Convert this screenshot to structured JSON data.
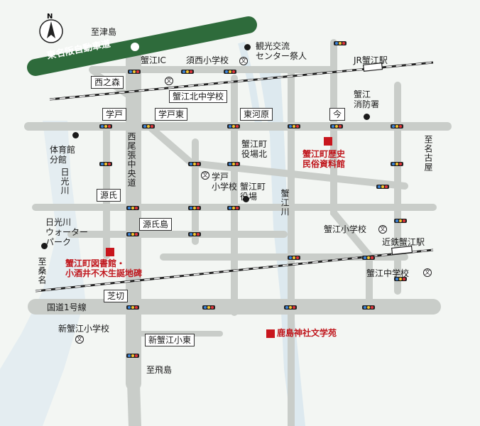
{
  "map": {
    "north_label": "N",
    "expressway": "東名阪自動車道",
    "places": {
      "to_tsushima": "至津島",
      "kanie_ic": "蟹江IC",
      "sunosai_elem": "須西小学校",
      "kanko_center": "観光交流\nセンター祭人",
      "jr_kanie_station": "JR蟹江駅",
      "nishinomori": "西之森",
      "kanie_north_jhs": "蟹江北中学校",
      "kanie_fire": "蟹江\n消防署",
      "gakudo": "学戸",
      "gakudo_higashi": "学戸東",
      "higashi_kawara": "東河原",
      "ima": "今",
      "to_nagoya": "至名古屋",
      "gym": "体育館\n分館",
      "nishi_owari_road": "西尾張中央道",
      "yakuba_kita": "蟹江町\n役場北",
      "museum": "蟹江町歴史\n民俗資料館",
      "nikko_river": "日光川",
      "gakudo_elem": "学戸\n小学校",
      "town_office": "蟹江町\n役場",
      "kanie_river": "蟹江川",
      "genji": "源氏",
      "water_park": "日光川\nウォーター\nパーク",
      "genjijima": "源氏島",
      "kanie_elem": "蟹江小学校",
      "kintetsu_station": "近鉄蟹江駅",
      "to_kuwana": "至桑名",
      "library": "蟹江町図書館・\n小酒井不木生誕地碑",
      "kanie_jhs": "蟹江中学校",
      "shibakiri": "芝切",
      "route1": "国道1号線",
      "shin_kanie_elem_label": "新蟹江小学校",
      "shin_kanie_elem_east": "新蟹江小東",
      "kashima_shrine": "鹿島神社文学苑",
      "to_tobishima": "至飛島"
    }
  },
  "colors": {
    "road": "#c9cdc9",
    "expressway": "#2e6b3b",
    "river": "#dde9ef",
    "rail": "#222222",
    "poi_red": "#c8161d",
    "label_red": "#c0161c"
  },
  "icons": {
    "signal": "traffic-signal-icon",
    "school": "school-icon",
    "landmark": "landmark-dot-icon",
    "featured": "featured-spot-square-icon"
  }
}
